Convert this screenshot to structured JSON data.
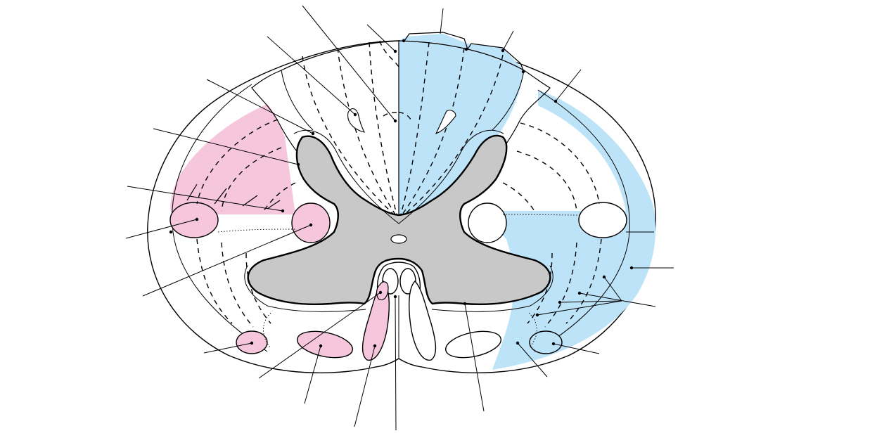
{
  "diagram": {
    "subject": "spinal-cord-cross-section",
    "labels_printed": false,
    "colors": {
      "background": "#ffffff",
      "outline": "#000000",
      "gray_matter": "#c8c8c8",
      "descending_tracts": "#f5c6dc",
      "ascending_tracts": "#bde3f8",
      "white_matter": "#ffffff"
    },
    "regions": [
      {
        "id": "gray-matter",
        "fill": "gray_matter"
      },
      {
        "id": "central-canal",
        "fill": "white_matter"
      },
      {
        "id": "dorsal-columns-right",
        "fill": "ascending_tracts"
      },
      {
        "id": "spinocerebellar-spinothalamic-right",
        "fill": "ascending_tracts"
      },
      {
        "id": "lateral-corticospinal-left",
        "fill": "descending_tracts"
      },
      {
        "id": "rubrospinal-left",
        "fill": "descending_tracts"
      },
      {
        "id": "ventral-tracts-left",
        "fill": "descending_tracts"
      }
    ],
    "leader_line_count": 25
  }
}
